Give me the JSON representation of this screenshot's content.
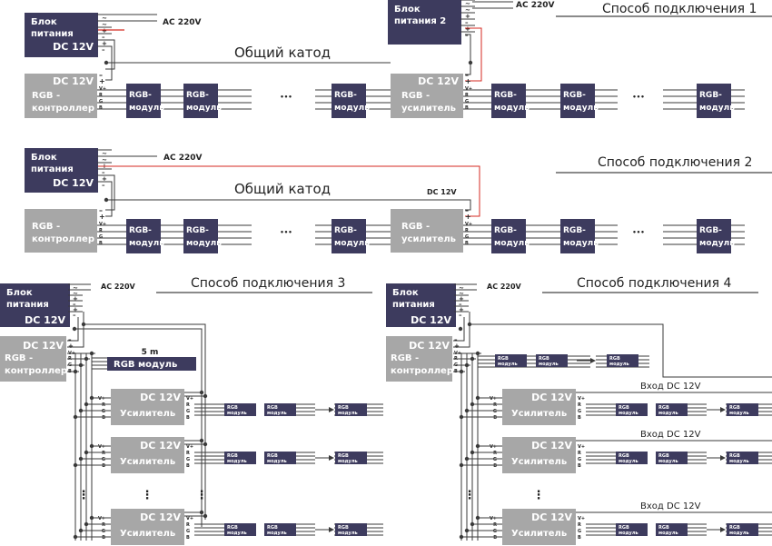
{
  "colors": {
    "dark": "#3d3b5e",
    "gray": "#a7a7a7",
    "wire": "#3a3a3a",
    "red": "#d42a22",
    "title_line": "#444444"
  },
  "sections": [
    {
      "title": "Способ подключения 1"
    },
    {
      "title": "Способ подключения 2"
    },
    {
      "title": "Способ подключения 3"
    },
    {
      "title": "Способ подключения 4"
    }
  ],
  "labels": {
    "psu": [
      "Блок",
      "питания"
    ],
    "psu2": [
      "Блок",
      "питания 2"
    ],
    "dc12": "DC 12V",
    "ac": "AC 220V",
    "common_cathode": "Общий катод",
    "controller": [
      "RGB -",
      "контроллер"
    ],
    "rgb_amp": [
      "RGB -",
      "усилитель"
    ],
    "amp": "Усилитель",
    "module": [
      "RGB-",
      "модуль"
    ],
    "module_small": [
      "RGB",
      "модуль"
    ],
    "module_long": "RGB модуль",
    "length": "5 m",
    "input": "Вход DC 12V",
    "ellipsis": "•••",
    "vdots": "⋮"
  },
  "terminals": {
    "psu": [
      "~",
      "~",
      "+",
      "–",
      "+",
      "–"
    ],
    "ctrl": [
      "–",
      "+",
      "V+",
      "R",
      "G",
      "B"
    ],
    "amp": [
      "V+",
      "R",
      "G",
      "B"
    ]
  }
}
